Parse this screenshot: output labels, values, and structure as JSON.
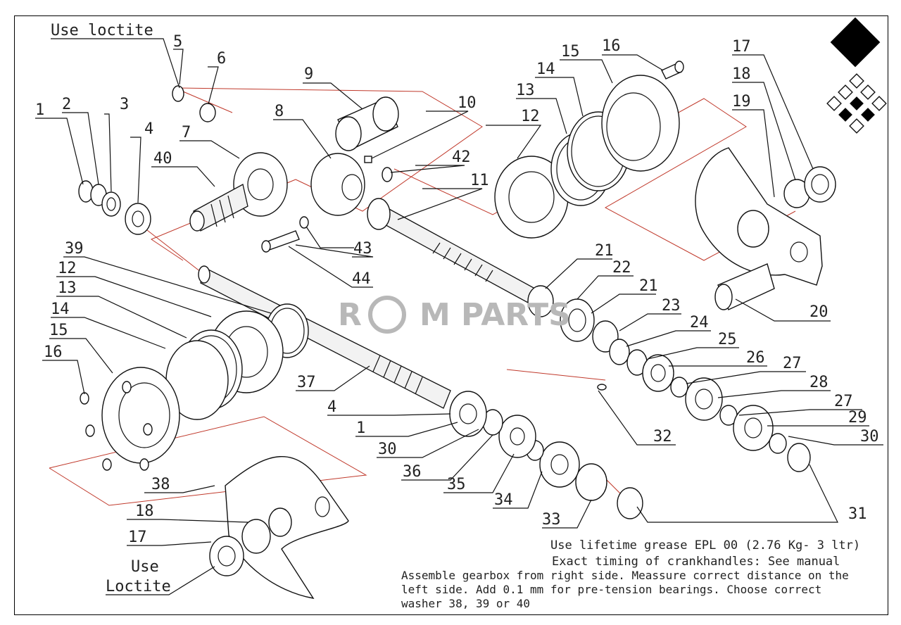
{
  "labels": {
    "l1a": "1",
    "l2": "2",
    "l3": "3",
    "l4a": "4",
    "l5": "5",
    "l6": "6",
    "l7": "7",
    "l8": "8",
    "l9": "9",
    "l10": "10",
    "l11": "11",
    "l12a": "12",
    "l13a": "13",
    "l14a": "14",
    "l15a": "15",
    "l16a": "16",
    "l17a": "17",
    "l18a": "18",
    "l19": "19",
    "l20": "20",
    "l21a": "21",
    "l22": "22",
    "l21b": "21",
    "l23": "23",
    "l24": "24",
    "l25": "25",
    "l26": "26",
    "l27a": "27",
    "l28": "28",
    "l27b": "27",
    "l29": "29",
    "l30a": "30",
    "l31": "31",
    "l32": "32",
    "l33": "33",
    "l34": "34",
    "l35": "35",
    "l36": "36",
    "l30b": "30",
    "l1b": "1",
    "l4b": "4",
    "l37": "37",
    "l38": "38",
    "l39": "39",
    "l40": "40",
    "l42": "42",
    "l43": "43",
    "l44": "44",
    "l12b": "12",
    "l13b": "13",
    "l14b": "14",
    "l15b": "15",
    "l16b": "16",
    "l17b": "17",
    "l18b": "18"
  },
  "notes": {
    "use_loctite_top": "Use loctite",
    "use": "Use",
    "loctite": "Loctite",
    "grease": "Use lifetime grease EPL 00 (2.76 Kg- 3 ltr)",
    "timing": "Exact timing of crankhandles: See manual",
    "assemble_1": "Assemble gearbox from right side. Meassure correct distance on the",
    "assemble_2": "left side. Add 0.1 mm for pre-tension bearings. Choose correct",
    "assemble_3": "washer 38, 39 or 40"
  },
  "watermark": {
    "left": "R",
    "mid": "M",
    "right": "PARTS"
  },
  "colors": {
    "line": "#111111",
    "leader": "#c0392b",
    "watermark": "#b8b8b8"
  }
}
